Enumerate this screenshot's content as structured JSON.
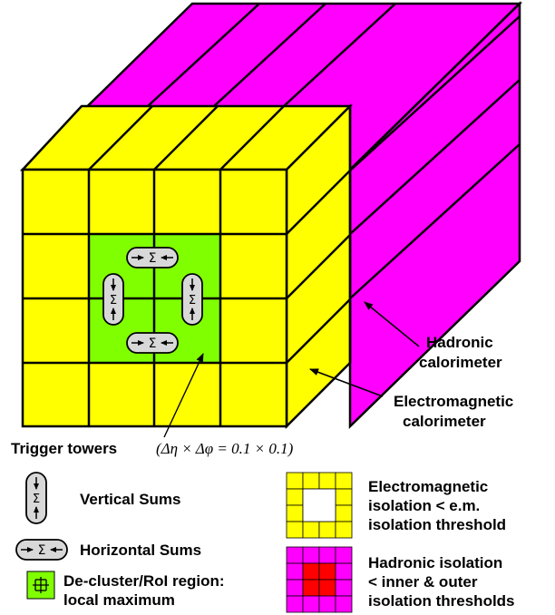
{
  "labels": {
    "hadronic_line1": "Hadronic",
    "hadronic_line2": "calorimeter",
    "em_line1": "Electromagnetic",
    "em_line2": "calorimeter",
    "trigger_towers": "Trigger towers",
    "trigger_formula": "(Δη × Δφ = 0.1 × 0.1)"
  },
  "legend": {
    "vertical_sums": "Vertical Sums",
    "horizontal_sums": "Horizontal Sums",
    "decluster_line1": "De-cluster/RoI region:",
    "decluster_line2": "local maximum",
    "em_iso_line1": "Electromagnetic",
    "em_iso_line2": "isolation < e.m.",
    "em_iso_line3": "isolation threshold",
    "had_iso_line1": "Hadronic isolation",
    "had_iso_line2": "< inner & outer",
    "had_iso_line3": "isolation thresholds"
  },
  "symbols": {
    "sum": "Σ"
  },
  "colors": {
    "em_yellow": "#ffff00",
    "hadronic_magenta": "#ff00ff",
    "roi_green": "#80ff00",
    "hadronic_core_red": "#ff0000",
    "sum_pill_gray": "#d8d8d8",
    "outline": "#000000"
  }
}
